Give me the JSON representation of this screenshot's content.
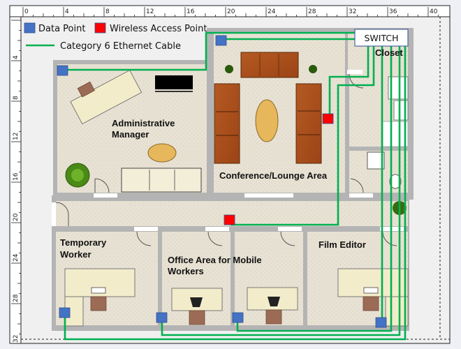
{
  "legend": {
    "data_point_label": "Data Point",
    "wap_label": "Wireless Access Point",
    "cable_label": "Category 6 Ethernet Cable"
  },
  "switch": {
    "label": "SWITCH"
  },
  "rooms": {
    "closet": "Closet",
    "admin_line1": "Administrative",
    "admin_line2": "Manager",
    "conference": "Conference/Lounge Area",
    "temp_line1": "Temporary",
    "temp_line2": "Worker",
    "mobile_line1": "Office Area for Mobile",
    "mobile_line2": "Workers",
    "film": "Film Editor"
  },
  "ruler": {
    "top": [
      "0",
      "4",
      "8",
      "12",
      "16",
      "20",
      "24",
      "28",
      "32",
      "36",
      "40"
    ],
    "left": [
      "4",
      "8",
      "12",
      "16",
      "20",
      "24",
      "28",
      "32"
    ]
  },
  "colors": {
    "data_point": "#4472c4",
    "wireless_access_point": "#ff0000",
    "cable": "#00b050",
    "wall": "#b4b4b4",
    "floor": "#e9e3d6",
    "background": "#eef0f6"
  }
}
